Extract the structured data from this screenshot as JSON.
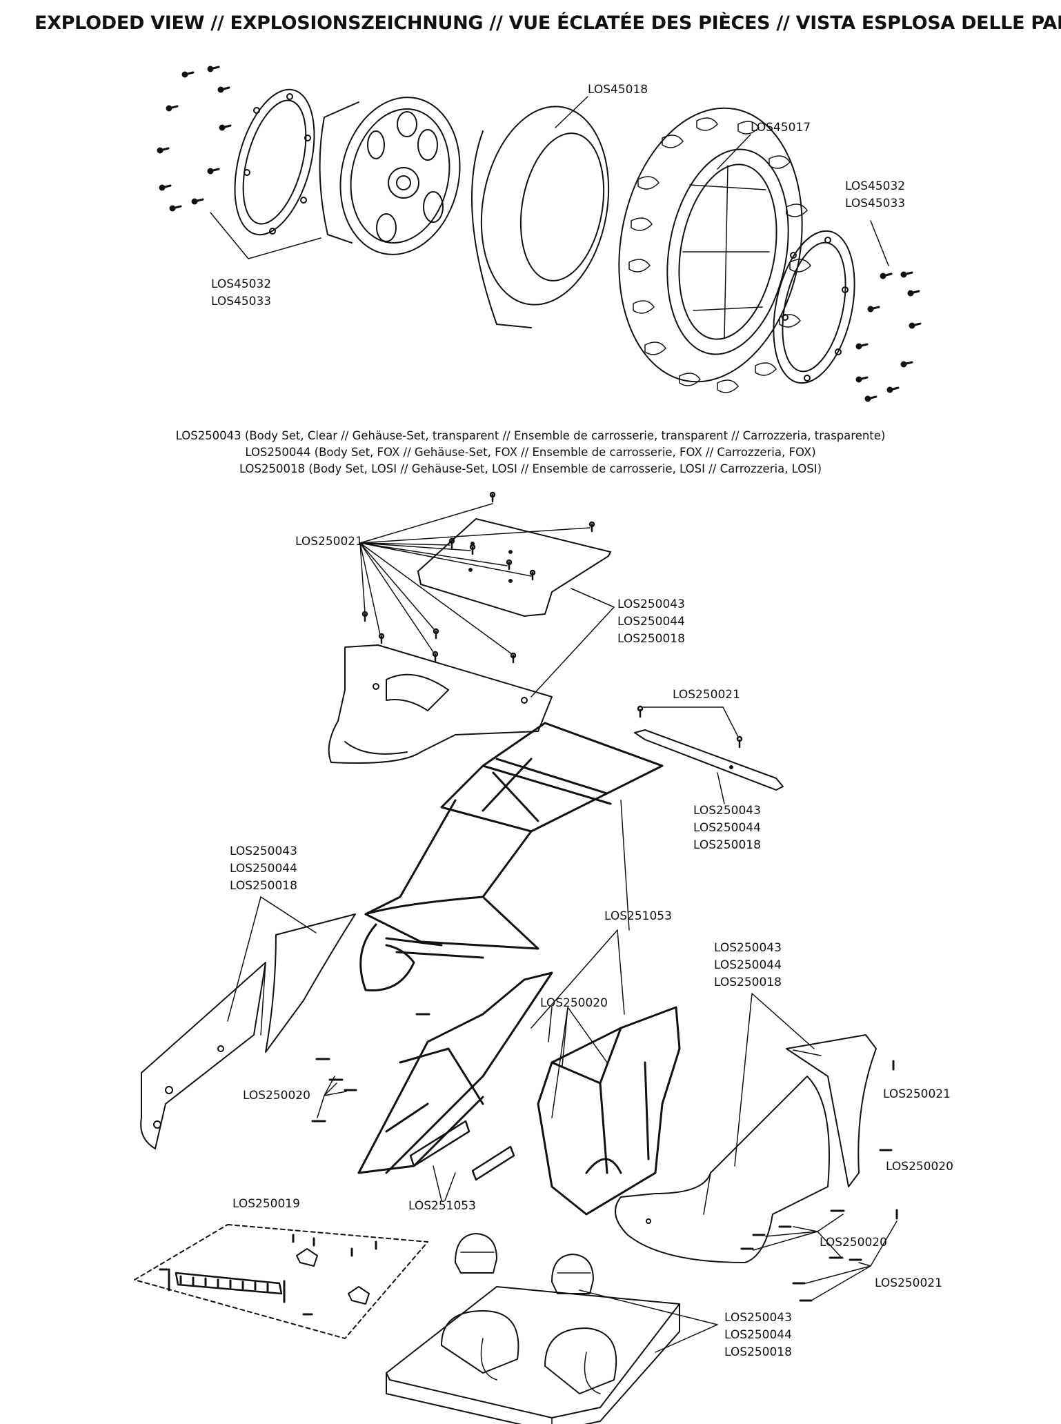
{
  "header": {
    "title": "EXPLODED VIEW // EXPLOSIONSZEICHNUNG // VUE ÉCLATÉE DES PIÈCES // VISTA ESPLOSA DELLE PARTI"
  },
  "wheel_section": {
    "parts": [
      {
        "id": "tire",
        "label": "LOS45018"
      },
      {
        "id": "tire-tread",
        "label": "LOS45017"
      },
      {
        "id": "beadlock-right",
        "lines": [
          "LOS45032",
          "LOS45033"
        ]
      },
      {
        "id": "beadlock-left",
        "lines": [
          "LOS45032",
          "LOS45033"
        ]
      }
    ]
  },
  "body_sets": [
    "LOS250043 (Body Set, Clear // Gehäuse-Set, transparent // Ensemble de carrosserie, transparent // Carrozzeria, trasparente)",
    "LOS250044 (Body Set, FOX // Gehäuse-Set, FOX // Ensemble de carrosserie, FOX // Carrozzeria, FOX)",
    "LOS250018 (Body Set, LOSI // Gehäuse-Set, LOSI // Ensemble de carrosserie, LOSI // Carrozzeria, LOSI)"
  ],
  "body_callouts": {
    "screws_roof": "LOS250021",
    "roof_panel": [
      "LOS250043",
      "LOS250044",
      "LOS250018"
    ],
    "screws_rear": "LOS250021",
    "rear_panel": [
      "LOS250043",
      "LOS250044",
      "LOS250018"
    ],
    "left_side": [
      "LOS250043",
      "LOS250044",
      "LOS250018"
    ],
    "roll_cage": "LOS251053",
    "right_side": [
      "LOS250043",
      "LOS250044",
      "LOS250018"
    ],
    "cage_hardware": "LOS250020",
    "left_pins": "LOS250020",
    "right_screw_upper": "LOS250021",
    "right_pin": "LOS250020",
    "cage_mounts": "LOS251053",
    "light_bar": "LOS250019",
    "floor_pins": "LOS250020",
    "floor_screws": "LOS250021",
    "interior": [
      "LOS250043",
      "LOS250044",
      "LOS250018"
    ]
  }
}
